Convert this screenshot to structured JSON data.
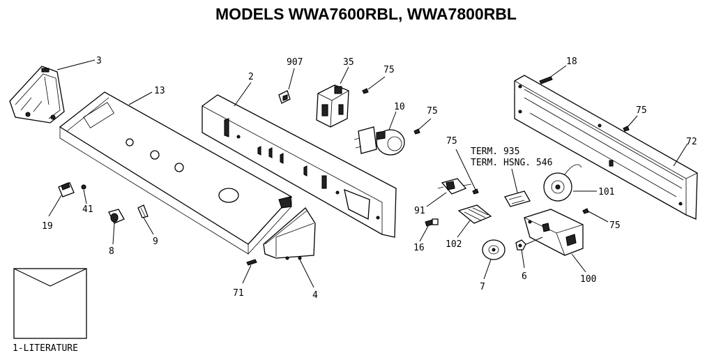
{
  "title": "MODELS WWA7600RBL, WWA7800RBL",
  "literature_label": "1-LITERATURE",
  "callouts": {
    "p907": "907",
    "p35": "35",
    "p75a": "75",
    "p3": "3",
    "p13": "13",
    "p2": "2",
    "p10": "10",
    "p75b": "75",
    "p18": "18",
    "p75c": "75",
    "p72": "72",
    "term935": "TERM. 935",
    "termhsng": "TERM. HSNG. 546",
    "p75d": "75",
    "p101": "101",
    "p91": "91",
    "p75e": "75",
    "p102": "102",
    "p16": "16",
    "p19": "19",
    "p41": "41",
    "p8": "8",
    "p9": "9",
    "p71": "71",
    "p4": "4",
    "p7": "7",
    "p6": "6",
    "p100": "100"
  }
}
